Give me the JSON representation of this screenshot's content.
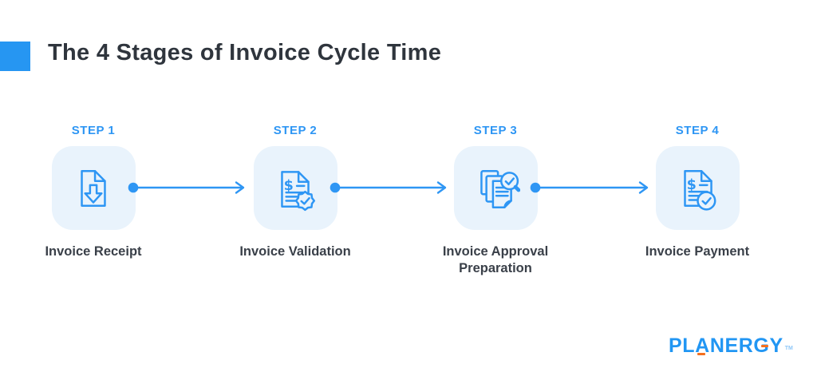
{
  "header": {
    "title": "The 4 Stages of Invoice Cycle Time"
  },
  "steps": [
    {
      "label": "STEP 1",
      "name": "Invoice Receipt",
      "icon": "invoice-download-icon"
    },
    {
      "label": "STEP 2",
      "name": "Invoice Validation",
      "icon": "invoice-validation-seal-icon"
    },
    {
      "label": "STEP 3",
      "name": "Invoice Approval Preparation",
      "icon": "documents-magnifier-icon"
    },
    {
      "label": "STEP 4",
      "name": "Invoice Payment",
      "icon": "invoice-payment-check-icon"
    }
  ],
  "branding": {
    "logo_text": "PLANERGY",
    "trademark": "TM"
  },
  "colors": {
    "accent_blue": "#2696f2",
    "icon_blue": "#2e96f4",
    "card_background": "#e9f3fc",
    "title_text": "#2f353d",
    "label_text": "#3a4049",
    "logo_blue": "#2196f3",
    "logo_orange": "#f4701f"
  }
}
